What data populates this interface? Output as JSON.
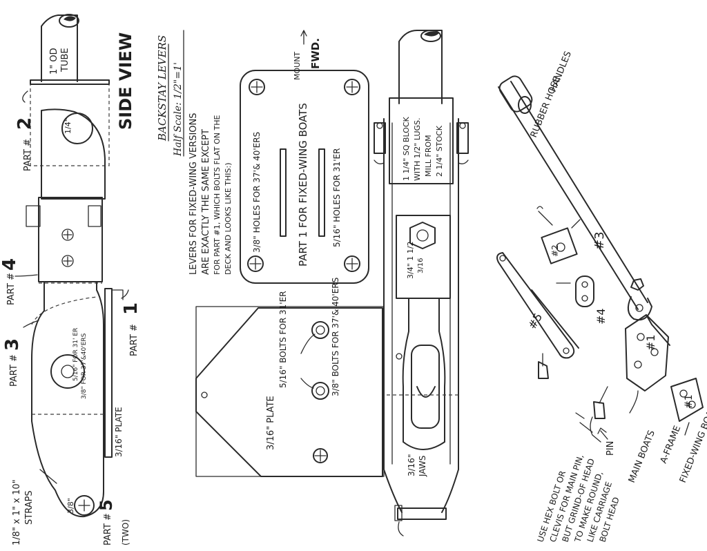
{
  "title": {
    "main": "BACKSTAY LEVERS",
    "scale": "Half Scale: 1/2\"=1'"
  },
  "side_view": {
    "view_label": "SIDE VIEW",
    "tube_label_1": "1\" OD",
    "tube_label_2": "TUBE",
    "part2_label": "PART #",
    "part2_num": "2",
    "part4_label": "PART #",
    "part4_num": "4",
    "part3_label": "PART #",
    "part3_num": "3",
    "part1_label": "PART #",
    "part1_num": "1",
    "part5_label": "PART #",
    "part5_num": "5",
    "part5_qty": "(TWO)",
    "hole_quarter": "1/4\"",
    "hole_5_16": "5/16\" FOR 31' ER",
    "hole_3_8": "3/8\" FOR 37'&40'ERS",
    "plate_label": "3/16\" PLATE",
    "straps_label_1": "1/8\" x 1\" x 10\"",
    "straps_label_2": "STRAPS",
    "strap_hole": "3/8\""
  },
  "notes": {
    "line1": "LEVERS FOR FIXED-WING VERSIONS",
    "line2": "ARE EXACTLY THE SAME EXCEPT",
    "line3": "FOR PART #1, WHICH BOLTS FLAT ON THE",
    "line4": "DECK AND LOOKS LIKE THIS:)"
  },
  "fixed_wing_plate": {
    "mount_label": "MOUNT",
    "fwd_label": "FWD.",
    "holes_37_40": "3/8\" HOLES FOR 37'& 40'ERS",
    "part_label": "PART 1 FOR FIXED-WING BOATS",
    "holes_31": "5/16\" HOLES FOR 31'ER"
  },
  "aframe_plate": {
    "bolts_31": "5/16\" BOLTS FOR 31'ER",
    "bolts_37_40": "3/8\" BOLTS FOR 37'& 40'ERS",
    "plate_label": "3/16\" PLATE"
  },
  "top_view": {
    "block_1": "1 1/4\" SQ BLOCK",
    "block_2": "WITH 1/2\" LUGS.",
    "block_3": "MILL FROM",
    "block_4": "2 1/4\" STOCK",
    "dim_a": "3/4\" 1 1/2",
    "dim_b": "3/16",
    "jaws_1": "3/16\"",
    "jaws_2": "JAWS"
  },
  "exploded": {
    "hose_1": "RUBBER HOSE",
    "hose_2": "HANDLES",
    "part3": "#3",
    "part2": "#2",
    "part5": "#5",
    "part4": "#4",
    "part1": "#1",
    "part1b": "#1",
    "pin_label": "PIN",
    "main_boats": "MAIN BOATS",
    "aframe": "A-FRAME",
    "fixed_wing": "FIXED-WING BOATS",
    "bolt_note_1": "USE HEX BOLT OR",
    "bolt_note_2": "CLEVIS FOR MAIN PIN,",
    "bolt_note_3": "BUT GRIND-OF HEAD",
    "bolt_note_4": "TO MAKE ROUND,",
    "bolt_note_5": "LIKE CARRIAGE",
    "bolt_note_6": "BOLT HEAD"
  }
}
